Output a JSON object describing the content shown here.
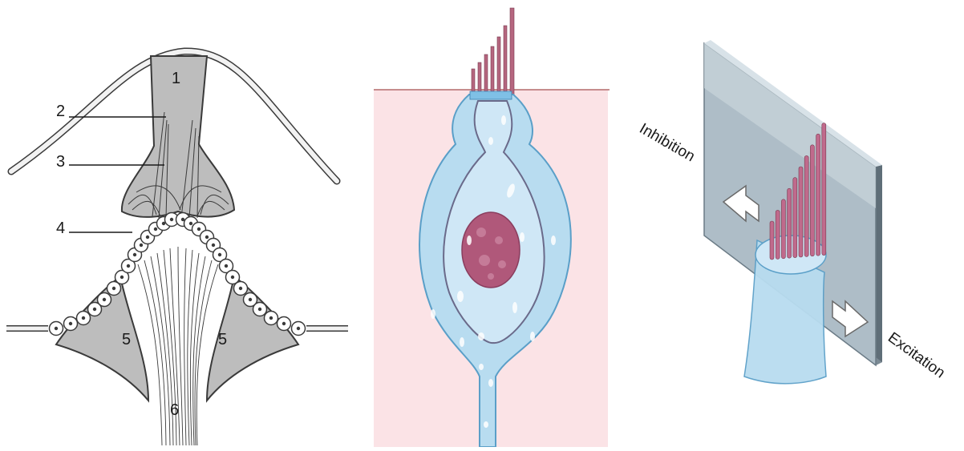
{
  "panel_crista": {
    "labels": [
      "1",
      "2",
      "3",
      "4",
      "5",
      "5",
      "6"
    ]
  },
  "panel_arrows": {
    "inhibition_label": "Inhibition",
    "excitation_label": "Excitation"
  },
  "colors": {
    "gray_tissue": "#bdbdbd",
    "outline": "#3a3a3a",
    "pink_bg": "#fbe3e6",
    "cell_blue": "#b8dcf0",
    "cell_blue_dark": "#7fc0e6",
    "nucleus": "#b0587a",
    "stereocilia": "#b5667f",
    "plate": "#a9b9c4"
  }
}
